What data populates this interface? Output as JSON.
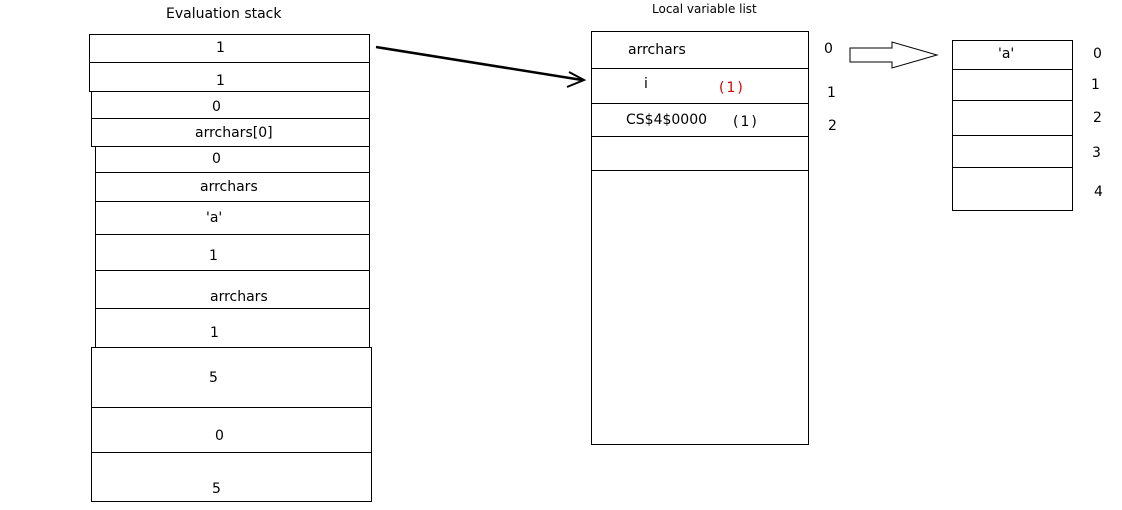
{
  "evaluation_stack": {
    "title": "Evaluation stack",
    "items": [
      "1",
      "1",
      "0",
      "arrchars[0]",
      "0",
      "arrchars",
      "'a'",
      "1",
      "arrchars",
      "1",
      "5",
      "0",
      "5"
    ]
  },
  "local_variables": {
    "title": "Local variable list",
    "entries": [
      {
        "index": "0",
        "name": "arrchars",
        "count": ""
      },
      {
        "index": "1",
        "name": "i",
        "count": "(1)",
        "count_color": "#d40000"
      },
      {
        "index": "2",
        "name": "CS$4$0000",
        "count": "(1)",
        "count_color": "#000000"
      },
      {
        "index": "",
        "name": "",
        "count": ""
      }
    ]
  },
  "array": {
    "cells": [
      {
        "index": "0",
        "value": "'a'"
      },
      {
        "index": "1",
        "value": ""
      },
      {
        "index": "2",
        "value": ""
      },
      {
        "index": "3",
        "value": ""
      },
      {
        "index": "4",
        "value": ""
      }
    ]
  },
  "connectors": {
    "stack_to_locals": "arrow",
    "arrchars_to_array": "hollow-arrow"
  }
}
